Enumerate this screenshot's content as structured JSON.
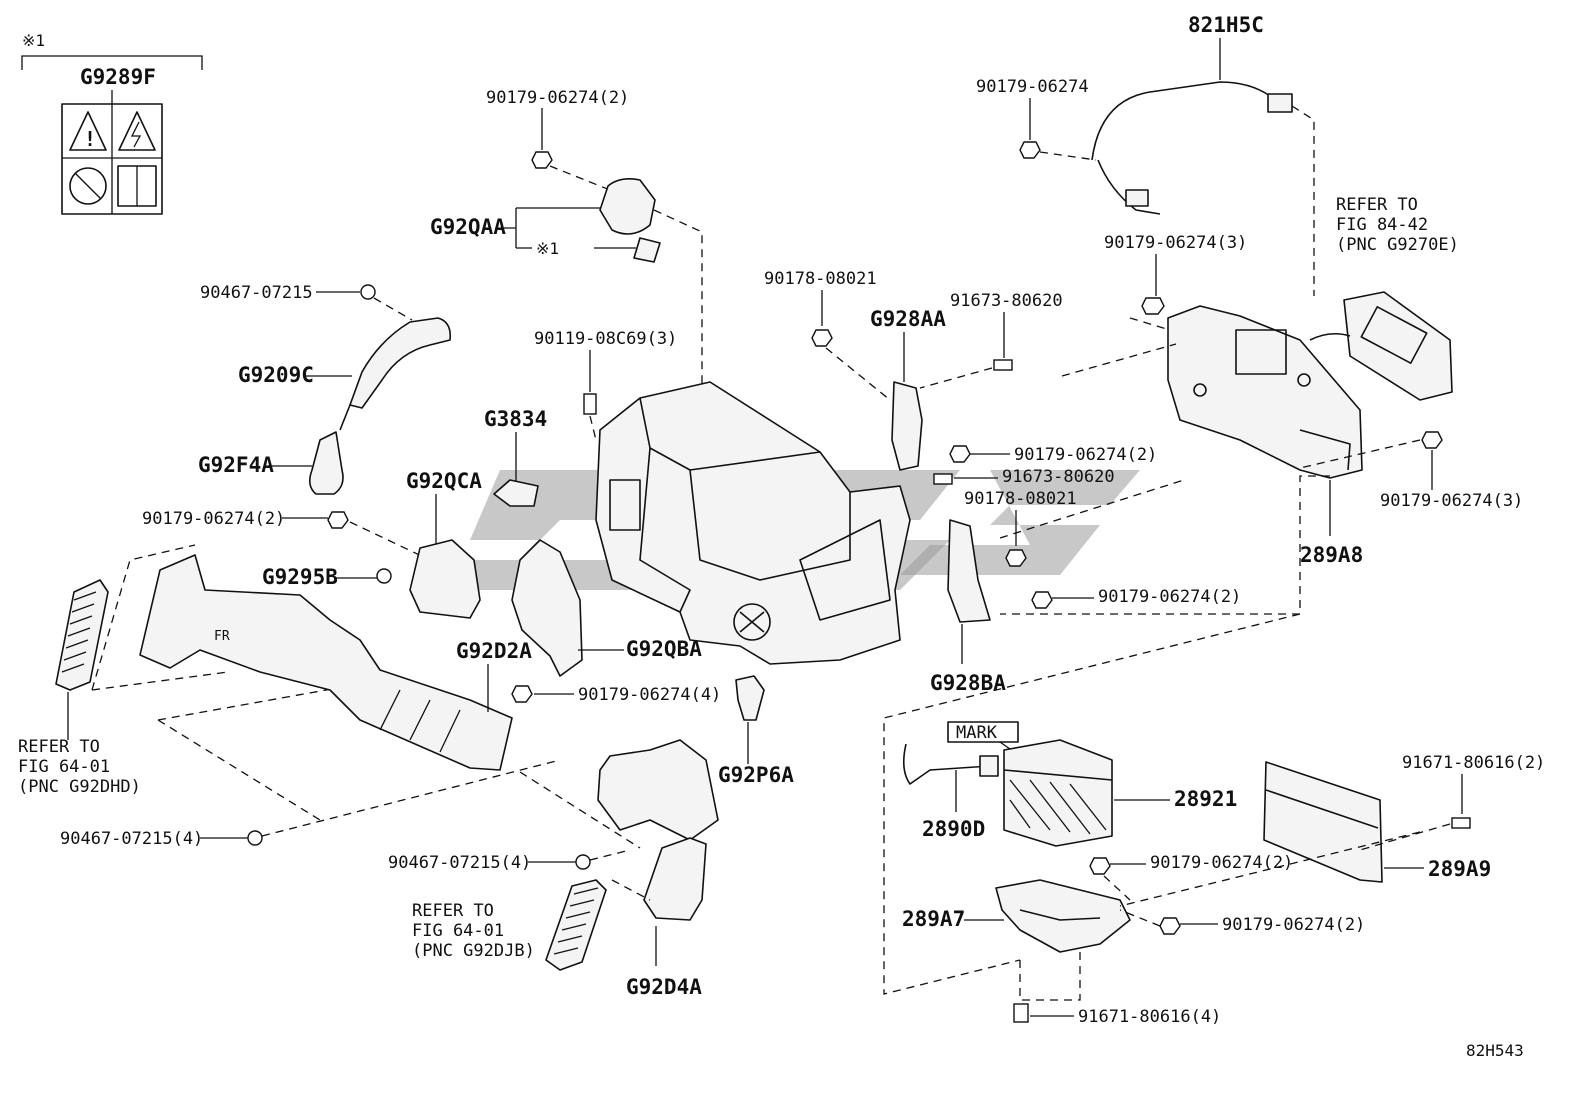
{
  "diagram_code": "82H543",
  "watermark": "",
  "labels": {
    "g9289f_note": "※1",
    "g9289f": "G9289F",
    "b90179_06274_2_top": "90179-06274(2)",
    "g92qaa": "G92QAA",
    "g92qaa_note": "※1",
    "b90467_07215": "90467-07215",
    "g9209c": "G9209C",
    "g92f4a": "G92F4A",
    "b90179_06274_2_left": "90179-06274(2)",
    "g9295b": "G9295B",
    "g3834": "G3834",
    "g92qca": "G92QCA",
    "b90119_08c69_3": "90119-08C69(3)",
    "g92d2a": "G92D2A",
    "g92qba": "G92QBA",
    "b90179_06274_4": "90179-06274(4)",
    "g92p6a": "G92P6A",
    "b90467_07215_4_a": "90467-07215(4)",
    "b90467_07215_4_b": "90467-07215(4)",
    "g92d4a": "G92D4A",
    "b90178_08021_top": "90178-08021",
    "g928aa": "G928AA",
    "b91673_80620_top": "91673-80620",
    "b90179_06274_2_mid": "90179-06274(2)",
    "b91673_80620_mid": "91673-80620",
    "b90178_08021_mid": "90178-08021",
    "b90179_06274_2_low": "90179-06274(2)",
    "g928ba": "G928BA",
    "p821h5c": "821H5C",
    "b90179_06274_top_right": "90179-06274",
    "b90179_06274_3_a": "90179-06274(3)",
    "b90179_06274_3_b": "90179-06274(3)",
    "p289a8": "289A8",
    "mark": "MARK",
    "p28921": "28921",
    "p2890d": "2890D",
    "b91671_80616_2": "91671-80616(2)",
    "p289a9": "289A9",
    "b90179_06274_2_r1": "90179-06274(2)",
    "b90179_06274_2_r2": "90179-06274(2)",
    "p289a7": "289A7",
    "b91671_80616_4": "91671-80616(4)"
  },
  "refs": {
    "fig_84_42": [
      "REFER TO",
      "FIG 84-42",
      "(PNC G9270E)"
    ],
    "fig_64_01_a": [
      "REFER TO",
      "FIG 64-01",
      "(PNC G92DHD)"
    ],
    "fig_64_01_b": [
      "REFER TO",
      "FIG 64-01",
      "(PNC G92DJB)"
    ]
  }
}
